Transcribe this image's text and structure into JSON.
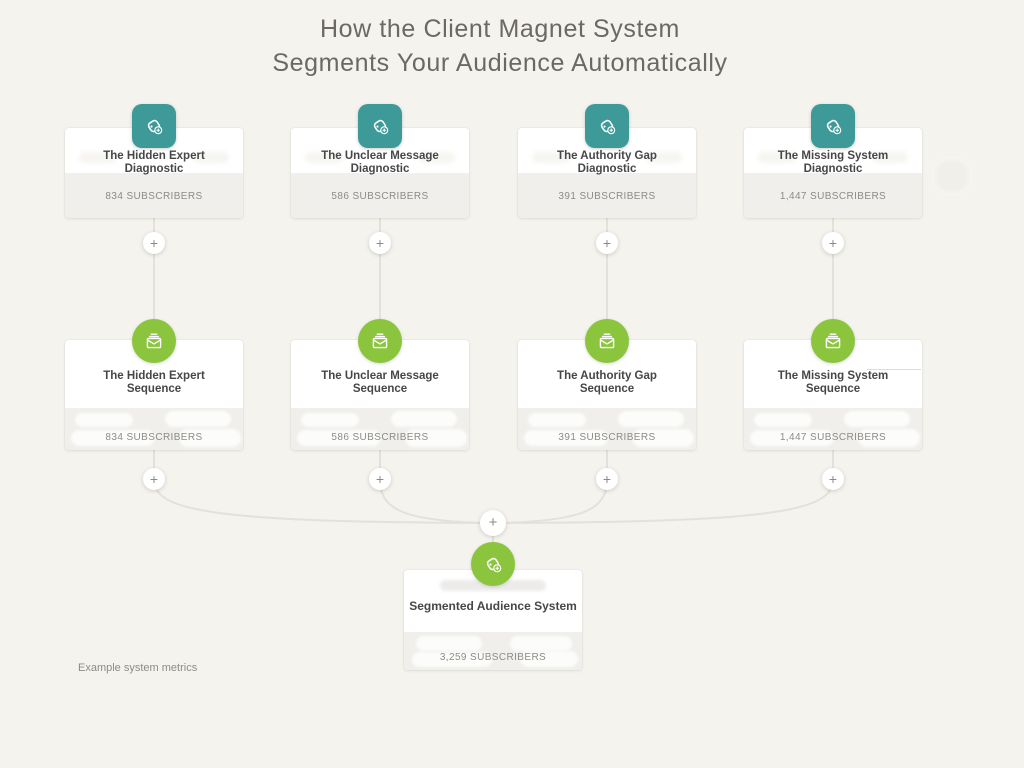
{
  "page": {
    "title_line1": "How the Client Magnet System",
    "title_line2": "Segments Your Audience Automatically",
    "footnote": "Example system metrics"
  },
  "symbols": {
    "plus": "+"
  },
  "colors": {
    "background": "#F5F3EE",
    "diagnostic_icon": "#3D9A98",
    "sequence_icon": "#8BC53E",
    "connector_line": "#E3E1DA",
    "card_footer": "#F0EFEB",
    "title_text": "#6C6862",
    "card_title_text": "#474747"
  },
  "icons": {
    "diagnostic": "tag-add-icon",
    "sequence": "email-sequence-icon",
    "merge": "tag-add-icon"
  },
  "diagnostics": [
    {
      "title_top": "The Hidden Expert",
      "title_bottom": "Diagnostic",
      "subscribers": "834 SUBSCRIBERS"
    },
    {
      "title_top": "The Unclear Message",
      "title_bottom": "Diagnostic",
      "subscribers": "586 SUBSCRIBERS"
    },
    {
      "title_top": "The Authority Gap",
      "title_bottom": "Diagnostic",
      "subscribers": "391 SUBSCRIBERS"
    },
    {
      "title_top": "The Missing System",
      "title_bottom": "Diagnostic",
      "subscribers": "1,447 SUBSCRIBERS"
    }
  ],
  "sequences": [
    {
      "title_top": "The Hidden Expert",
      "title_bottom": "Sequence",
      "subscribers": "834 SUBSCRIBERS"
    },
    {
      "title_top": "The Unclear Message",
      "title_bottom": "Sequence",
      "subscribers": "586 SUBSCRIBERS"
    },
    {
      "title_top": "The Authority Gap",
      "title_bottom": "Sequence",
      "subscribers": "391 SUBSCRIBERS"
    },
    {
      "title_top": "The Missing System",
      "title_bottom": "Sequence",
      "subscribers": "1,447 SUBSCRIBERS"
    }
  ],
  "final": {
    "title": "Segmented Audience System",
    "subscribers": "3,259 SUBSCRIBERS"
  }
}
